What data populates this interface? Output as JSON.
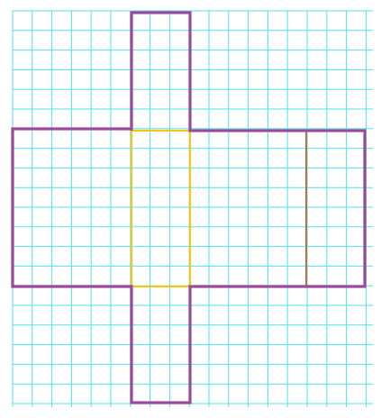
{
  "figure": {
    "description_text": "",
    "colors": {
      "background": "#ffffff",
      "grid": "#4fe3ec",
      "outline": "#9b4a9b",
      "highlight": "#f5c518",
      "seam": "#b8744a"
    },
    "grid": {
      "visible": true
    },
    "shape": {
      "type": "cross-net",
      "parts": [
        "top-flap",
        "left-face",
        "center-face",
        "right-face",
        "far-right-face",
        "bottom-flap"
      ]
    }
  }
}
